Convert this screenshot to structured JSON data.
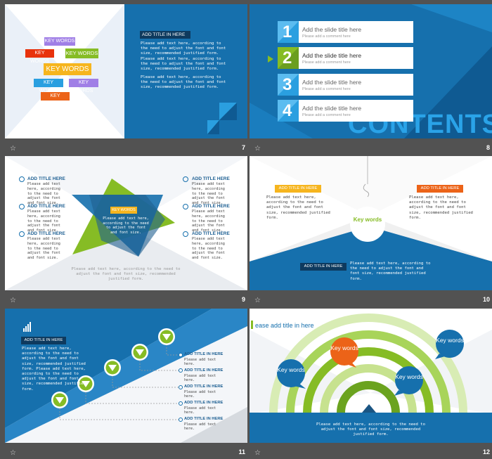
{
  "slides": [
    {
      "number": "7",
      "key_words": [
        "KEY WORDS",
        "KEY WORDS",
        "KEY WORDS",
        "KEY WORDS",
        "KEY WORDS",
        "KEY WORDS",
        "KEY WORDS"
      ],
      "title": "ADD TITLE IN HERE",
      "body1": "Please add text here, according to the need to adjust the font and font size, recommended justified form. Please add text here, according to the need to adjust the font and font size, recommended justified form.",
      "body2": "Please add text here, according to the need to adjust the font and font size, recommended justified form."
    },
    {
      "number": "8",
      "items": [
        {
          "n": "1",
          "title": "Add the slide title here",
          "comment": "Please add a comment here"
        },
        {
          "n": "2",
          "title": "Add the slide title here",
          "comment": "Please add a comment here"
        },
        {
          "n": "3",
          "title": "Add the slide title here",
          "comment": "Please add a comment here"
        },
        {
          "n": "4",
          "title": "Add the slide title here",
          "comment": "Please add a comment here"
        }
      ],
      "watermark": "CONTENTS"
    },
    {
      "number": "9",
      "heading": "ADD TITLE HERE",
      "body": "Please add text here, according to the need to adjust the font and font size.",
      "center_label": "KEY WORDS",
      "center_body": "Please add text here, according to the need to adjust the font and font size.",
      "bottom": "Please add text here, according to the need to adjust the font and font size, recommended justified form."
    },
    {
      "number": "10",
      "title": "ADD TITLE IN HERE",
      "body": "Please add text here, according to the need to adjust the font and font size, recommended justified form.",
      "key": "Key words"
    },
    {
      "number": "11",
      "title": "ADD TITLE IN HERE",
      "body": "Please add text here, according to the need to adjust the font and font size, recommended justified form. Please add text here, according to the need to adjust the font and font size, recommended justified form.",
      "step_title": "ADD TITLE IN HERE",
      "step_body": "Please add text here."
    },
    {
      "number": "12",
      "title": "ease add title in here",
      "key": "Key words",
      "body": "Please add text here, according to the need to adjust the font and font size, recommended justified form."
    }
  ],
  "colors": {
    "blue": "#1670ad",
    "green": "#86bc25",
    "orange": "#ec6318",
    "purple": "#a07fe6",
    "light_blue": "#2a9fe0",
    "bg": "#525252"
  },
  "icons": {
    "slide_icon": "star-icon"
  }
}
